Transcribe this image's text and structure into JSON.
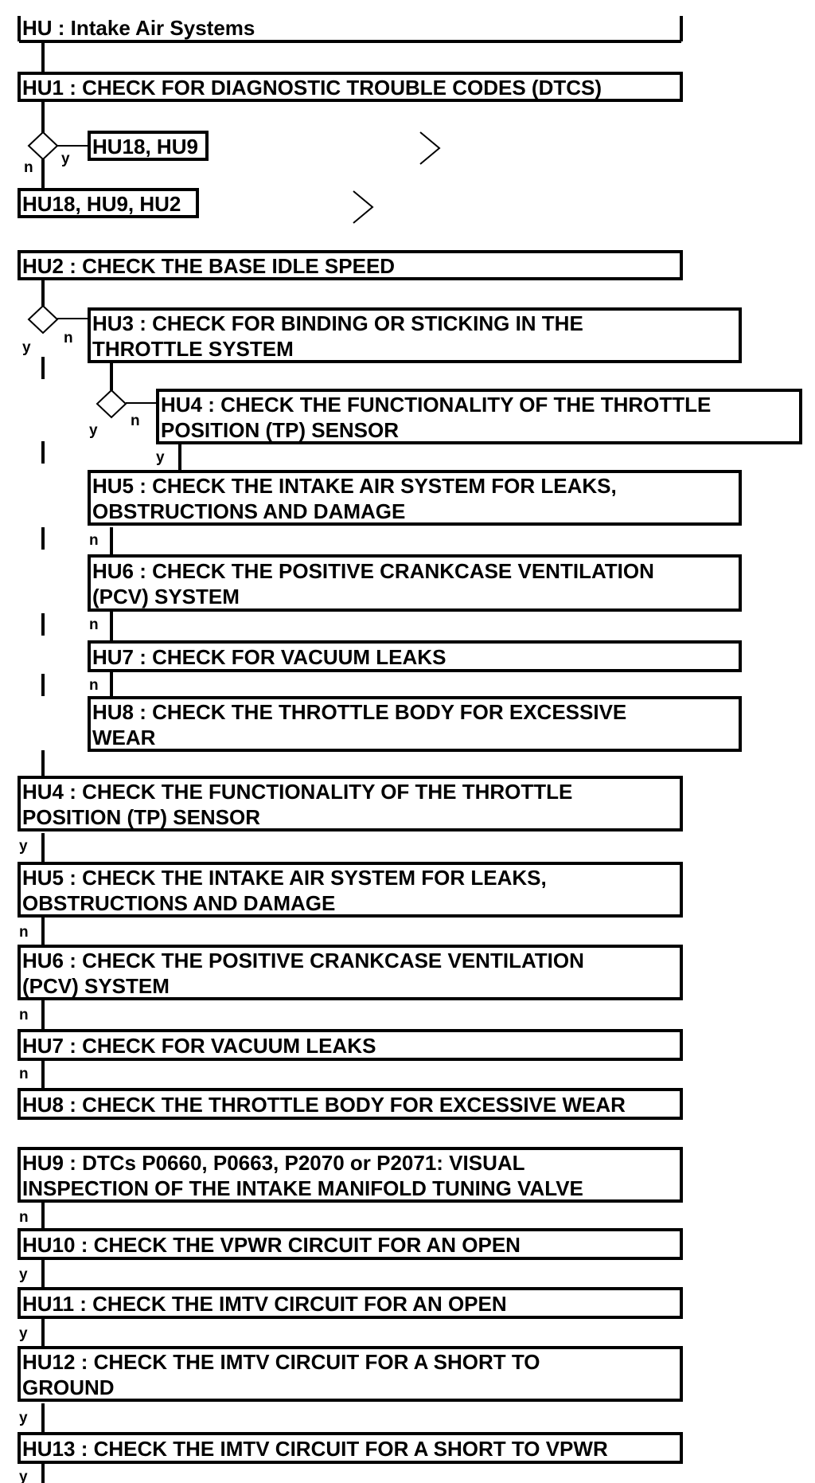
{
  "title": "HU : Intake Air Systems",
  "steps": {
    "hu1": "HU1 : CHECK FOR DIAGNOSTIC TROUBLE CODES (DTCS)",
    "hu18_hu9": "HU18, HU9",
    "hu18_hu9_hu2": "HU18, HU9, HU2",
    "hu2": "HU2 : CHECK THE BASE IDLE SPEED",
    "hu3": [
      "HU3 : CHECK FOR BINDING OR STICKING IN THE",
      "THROTTLE SYSTEM"
    ],
    "hu4_nested": [
      "HU4 : CHECK THE FUNCTIONALITY OF THE THROTTLE",
      "POSITION (TP) SENSOR"
    ],
    "hu5_nested": [
      "HU5 : CHECK THE INTAKE AIR SYSTEM FOR LEAKS,",
      "OBSTRUCTIONS AND DAMAGE"
    ],
    "hu6_nested": [
      "HU6 : CHECK THE POSITIVE CRANKCASE VENTILATION",
      "(PCV) SYSTEM"
    ],
    "hu7_nested": "HU7 : CHECK FOR VACUUM LEAKS",
    "hu8_nested": [
      "HU8 : CHECK THE THROTTLE BODY FOR EXCESSIVE",
      "WEAR"
    ],
    "hu4": [
      "HU4 : CHECK THE FUNCTIONALITY OF THE THROTTLE",
      "POSITION (TP) SENSOR"
    ],
    "hu5": [
      "HU5 : CHECK THE INTAKE AIR SYSTEM FOR LEAKS,",
      "OBSTRUCTIONS AND DAMAGE"
    ],
    "hu6": [
      "HU6 : CHECK THE POSITIVE CRANKCASE VENTILATION",
      "(PCV) SYSTEM"
    ],
    "hu7": "HU7 : CHECK FOR VACUUM LEAKS",
    "hu8": "HU8 : CHECK THE THROTTLE BODY FOR EXCESSIVE WEAR",
    "hu9": [
      "HU9 : DTCs P0660, P0663, P2070 or P2071: VISUAL",
      "INSPECTION OF THE INTAKE MANIFOLD TUNING VALVE"
    ],
    "hu10": "HU10 : CHECK THE VPWR CIRCUIT FOR AN OPEN",
    "hu11": "HU11 : CHECK THE IMTV CIRCUIT FOR AN OPEN",
    "hu12": [
      "HU12 : CHECK THE IMTV CIRCUIT FOR A SHORT TO",
      "GROUND"
    ],
    "hu13": "HU13 : CHECK THE IMTV CIRCUIT FOR A SHORT TO VPWR"
  },
  "labels": {
    "y": "y",
    "n": "n"
  }
}
